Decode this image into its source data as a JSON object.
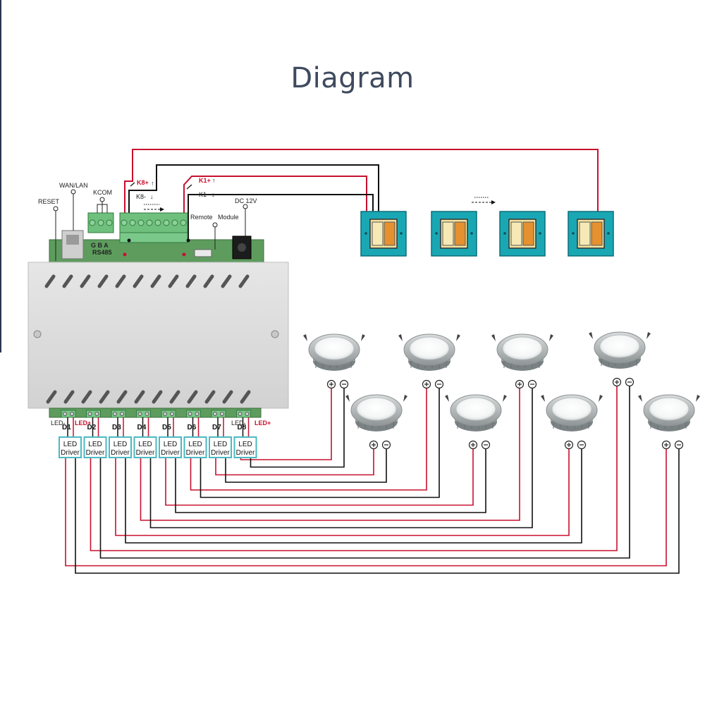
{
  "title": "Diagram",
  "board": {
    "reset": "RESET",
    "wan": "WAN/LAN",
    "kcom": "KCOM",
    "rs485_pins": "G  B  A",
    "rs485": "RS485",
    "remote": "Remote",
    "module": "Module",
    "dc": "DC 12V"
  },
  "relay_labels": {
    "k8p": "K8+",
    "k8m": "K8-",
    "k1p": "K1+",
    "k1m": "K1-"
  },
  "led_labels": {
    "led_minus": "LED-",
    "led_plus": "LED+"
  },
  "drivers": [
    {
      "channel": "D1",
      "line1": "LED",
      "line2": "Driver"
    },
    {
      "channel": "D2",
      "line1": "LED",
      "line2": "Driver"
    },
    {
      "channel": "D3",
      "line1": "LED",
      "line2": "Driver"
    },
    {
      "channel": "D4",
      "line1": "LED",
      "line2": "Driver"
    },
    {
      "channel": "D5",
      "line1": "LED",
      "line2": "Driver"
    },
    {
      "channel": "D6",
      "line1": "LED",
      "line2": "Driver"
    },
    {
      "channel": "D7",
      "line1": "LED",
      "line2": "Driver"
    },
    {
      "channel": "D8",
      "line1": "LED",
      "line2": "Driver"
    }
  ],
  "switch_count": 4,
  "downlight_count": 8,
  "colors": {
    "wire_red": "#c8102e",
    "wire_black": "#111111",
    "switch_teal": "#1aa7b4",
    "driver_teal": "#4cb9c2"
  }
}
